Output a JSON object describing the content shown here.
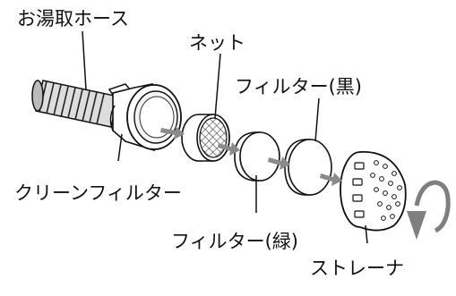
{
  "labels": {
    "bath_hose": "お湯取ホース",
    "net": "ネット",
    "filter_black": "フィルター(黒)",
    "clean_filter": "クリーンフィルター",
    "filter_green": "フィルター(緑)",
    "strainer": "ストレーナ"
  },
  "colors": {
    "line": "#111111",
    "arrow": "#8a8a8a",
    "rotation_arrow": "#7f7f7f",
    "fill": "#ffffff",
    "shade": "#d9d9d9"
  },
  "icons": {
    "rotation": "curved-rotation-arrow-icon"
  }
}
